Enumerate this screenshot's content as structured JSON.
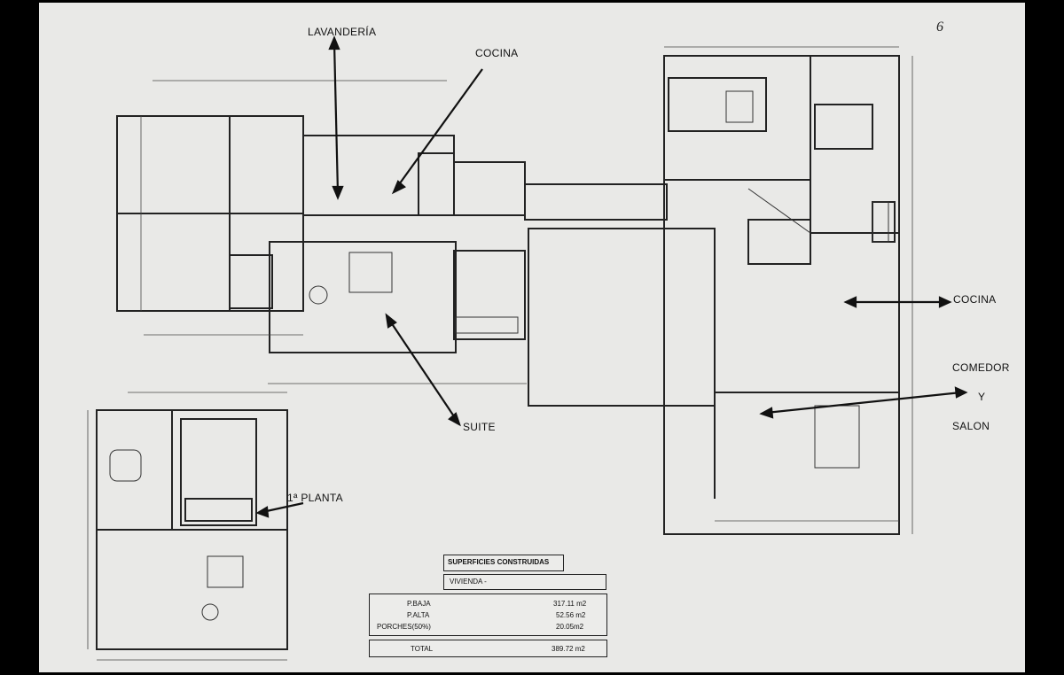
{
  "page_number": "6",
  "labels": {
    "lavanderia": "LAVANDERÍA",
    "cocina_top": "COCINA",
    "suite": "SUITE",
    "cocina_right": "COCINA",
    "comedor": "COMEDOR",
    "y": "Y",
    "salon": "SALON",
    "primera_planta": "1ª PLANTA"
  },
  "surfaces": {
    "title": "SUPERFICIES CONSTRUIDAS",
    "vivienda": "VIVIENDA -",
    "rows": [
      {
        "name": "P.BAJA",
        "value": "317.11 m2"
      },
      {
        "name": "P.ALTA",
        "value": "52.56 m2"
      },
      {
        "name": "PORCHES(50%)",
        "value": "20.05m2"
      }
    ],
    "total_label": "TOTAL",
    "total_value": "389.72 m2"
  },
  "colors": {
    "paper": "#e9e9e7",
    "ink": "#111111",
    "frame": "#000000"
  }
}
